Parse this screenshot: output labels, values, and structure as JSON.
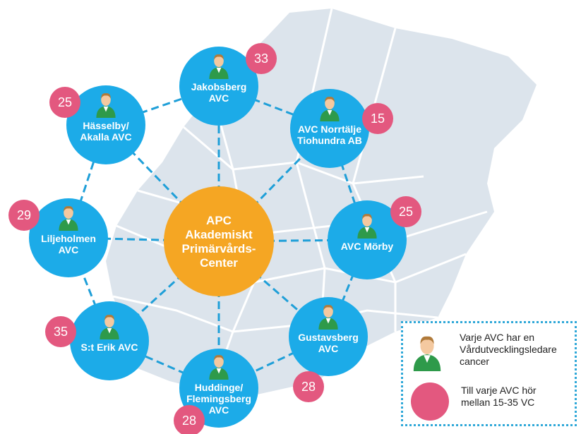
{
  "colors": {
    "node": "#1cabe8",
    "center": "#f5a623",
    "badge": "#e3587f",
    "link": "#1f9fd8",
    "map": "#dce4ec",
    "map_border": "#ffffff",
    "person_body": "#2e9a4a",
    "person_skin": "#f4c9a0",
    "person_hair": "#b07a3a"
  },
  "center": {
    "label_lines": [
      "APC",
      "Akademiskt",
      "Primärvårds-",
      "Center"
    ]
  },
  "nodes": [
    {
      "id": "jakobsberg",
      "label_lines": [
        "Jakobsberg",
        "AVC"
      ],
      "count": "33"
    },
    {
      "id": "norrtalje",
      "label_lines": [
        "AVC Norrtälje",
        "Tiohundra AB"
      ],
      "count": "15"
    },
    {
      "id": "morby",
      "label_lines": [
        "AVC Mörby"
      ],
      "count": "25"
    },
    {
      "id": "gustavsberg",
      "label_lines": [
        "Gustavsberg",
        "AVC"
      ],
      "count": "28"
    },
    {
      "id": "huddinge",
      "label_lines": [
        "Huddinge/",
        "Flemingsberg",
        "AVC"
      ],
      "count": "28"
    },
    {
      "id": "sterik",
      "label_lines": [
        "S:t Erik AVC"
      ],
      "count": "35"
    },
    {
      "id": "liljeholmen",
      "label_lines": [
        "Liljeholmen",
        "AVC"
      ],
      "count": "29"
    },
    {
      "id": "hasselby",
      "label_lines": [
        "Hässelby/",
        "Akalla AVC"
      ],
      "count": "25"
    }
  ],
  "legend": {
    "person_text": "Varje AVC har en\nVårdutvecklingsledare\ncancer",
    "circle_text": "Till varje AVC hör\nmellan 15-35 VC"
  }
}
